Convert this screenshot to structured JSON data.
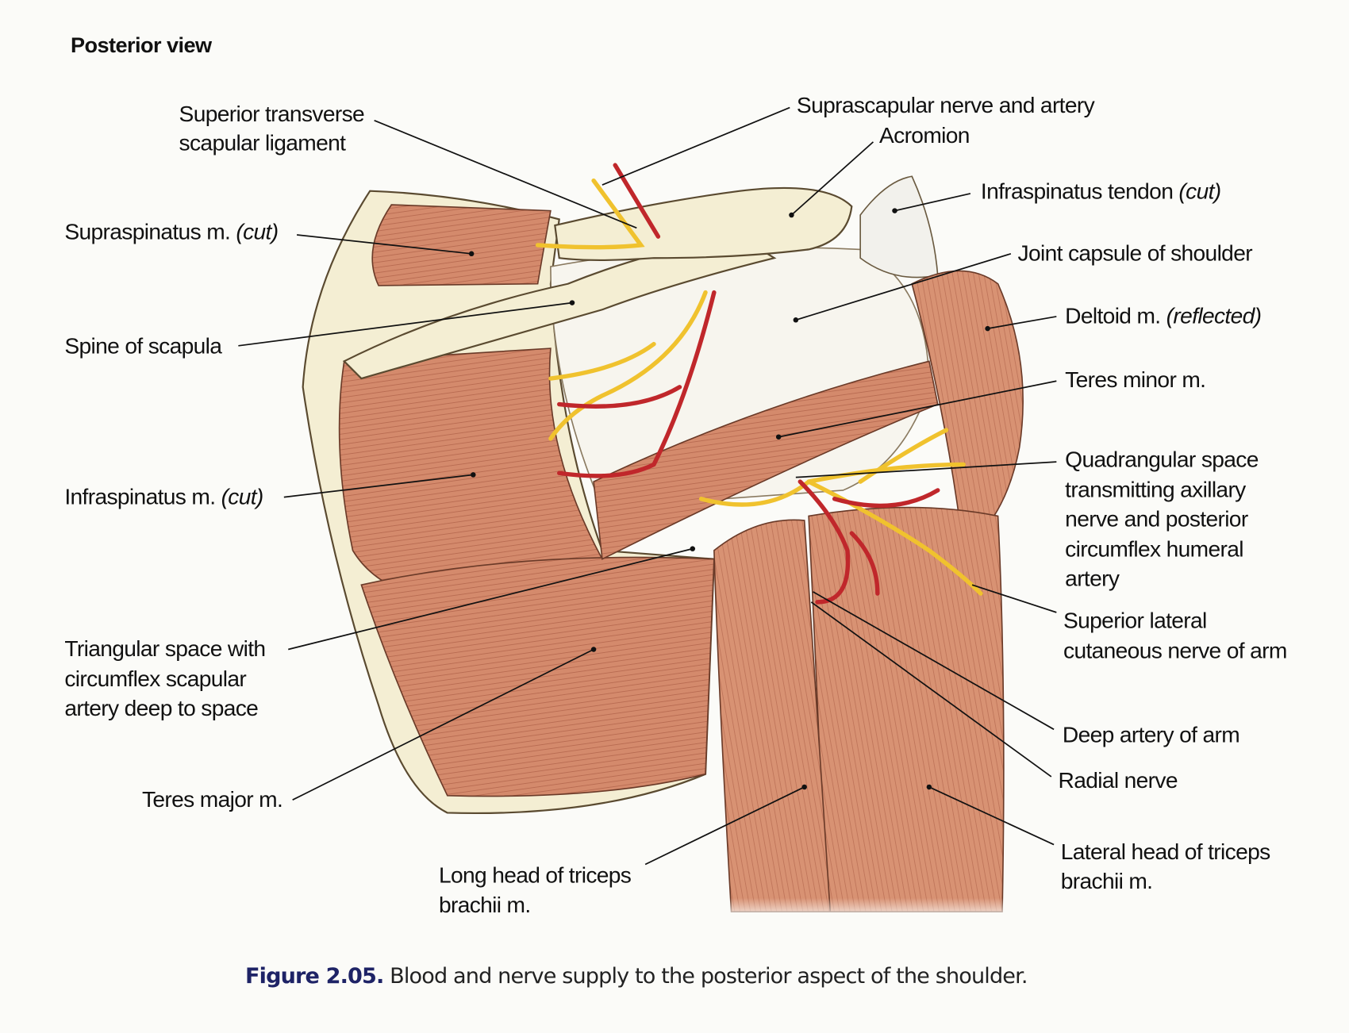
{
  "title": "Posterior view",
  "labels": {
    "sup_transverse": [
      "Superior transverse",
      "scapular ligament"
    ],
    "suprascapular": "Suprascapular nerve and artery",
    "acromion": "Acromion",
    "infraspinatus_tendon": {
      "main": "Infraspinatus tendon ",
      "note": "(cut)"
    },
    "joint_capsule": "Joint capsule of shoulder",
    "deltoid": {
      "main": "Deltoid m. ",
      "note": "(reflected)"
    },
    "teres_minor": "Teres minor m.",
    "quadrangular": [
      "Quadrangular space",
      "transmitting axillary",
      "nerve and posterior",
      "circumflex humeral",
      "artery"
    ],
    "sup_lat_cutaneous": [
      "Superior lateral",
      "cutaneous nerve of arm"
    ],
    "deep_artery": "Deep artery of arm",
    "radial_nerve": "Radial nerve",
    "lateral_head": [
      "Lateral head of triceps",
      "brachii m."
    ],
    "long_head": [
      "Long head of triceps",
      "brachii m."
    ],
    "teres_major": "Teres major m.",
    "triangular": [
      "Triangular space with",
      "circumflex scapular",
      "artery deep to space"
    ],
    "infraspinatus_m": {
      "main": "Infraspinatus m. ",
      "note": "(cut)"
    },
    "spine": "Spine of scapula",
    "supraspinatus": {
      "main": "Supraspinatus m. ",
      "note": "(cut)"
    }
  },
  "caption": {
    "number": "Figure 2.05.",
    "text": " Blood and nerve supply to the posterior aspect of the shoulder."
  },
  "colors": {
    "bone": "#f4eed3",
    "muscle": "#d48a6c",
    "capsule": "#f7f5ee",
    "nerve": "#f0c22e",
    "artery": "#c0272b",
    "caption_accent": "#1e2366"
  }
}
